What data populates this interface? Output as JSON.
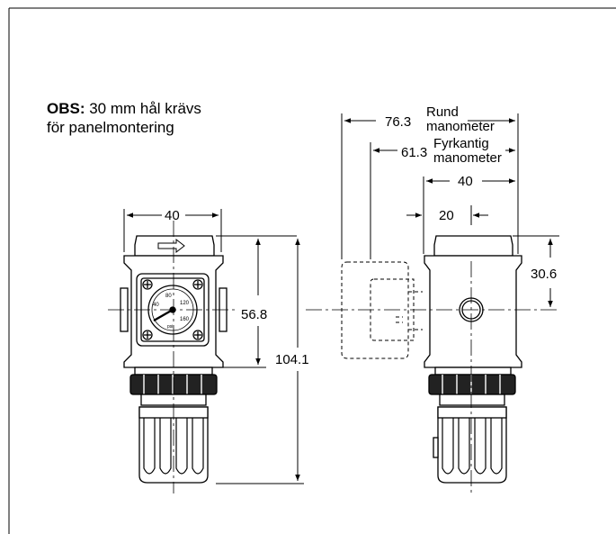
{
  "note": {
    "prefix": "OBS:",
    "line1": " 30 mm hål krävs",
    "line2": "för panelmontering"
  },
  "front_view": {
    "width_label": "40",
    "gauge_height_label": "56.8",
    "total_height_label": "104.1",
    "gauge_scale": [
      "40",
      "80",
      "120",
      "160",
      "psi"
    ]
  },
  "side_view": {
    "round_gauge_dim": "76.3",
    "round_gauge_label_1": "Rund",
    "round_gauge_label_2": "manometer",
    "square_gauge_dim": "61.3",
    "square_gauge_label_1": "Fyrkantig",
    "square_gauge_label_2": "manometer",
    "body_width_label": "40",
    "half_width_label": "20",
    "port_height_label": "30.6"
  }
}
